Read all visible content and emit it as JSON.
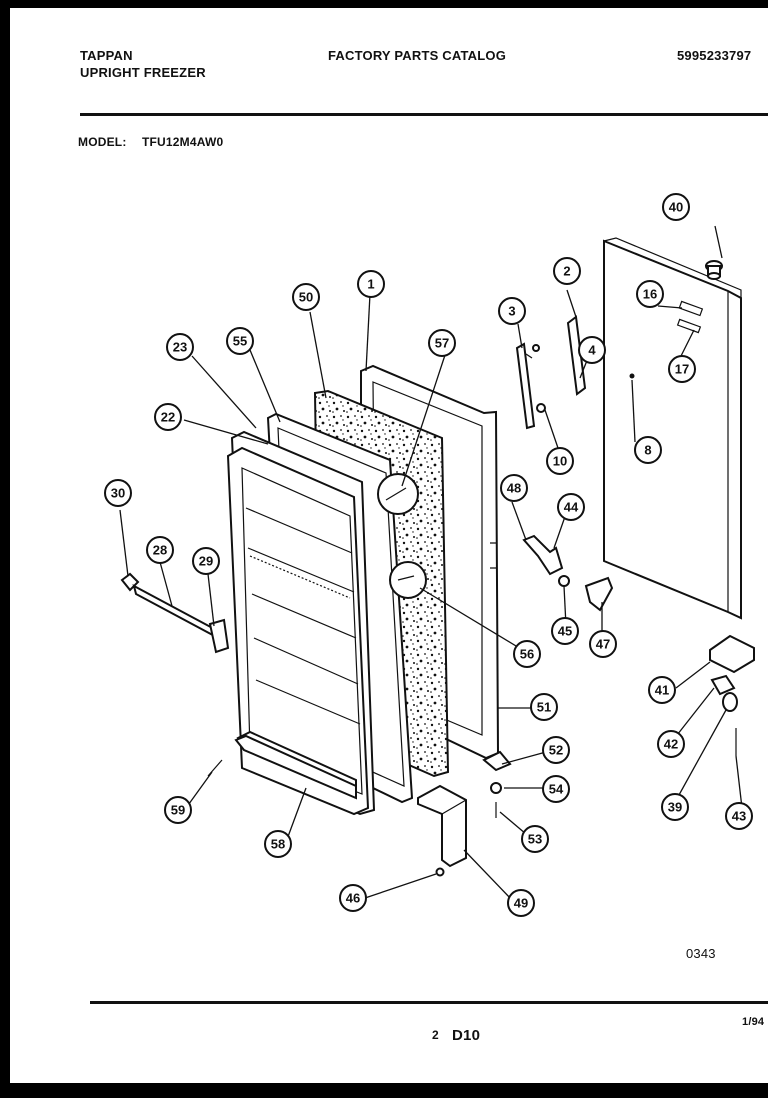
{
  "header": {
    "brand": "TAPPAN",
    "product": "UPRIGHT FREEZER",
    "catalog_title": "FACTORY PARTS CATALOG",
    "catalog_number": "5995233797",
    "model_label": "MODEL:",
    "model_number": "TFU12M4AW0"
  },
  "diagram": {
    "code": "0343",
    "callouts": [
      "1",
      "2",
      "3",
      "4",
      "8",
      "10",
      "16",
      "17",
      "22",
      "23",
      "28",
      "29",
      "30",
      "39",
      "40",
      "41",
      "42",
      "43",
      "44",
      "45",
      "46",
      "47",
      "48",
      "49",
      "50",
      "51",
      "52",
      "53",
      "54",
      "55",
      "56",
      "57",
      "58",
      "59"
    ]
  },
  "footer": {
    "page_number": "2",
    "section": "D10",
    "date": "1/94"
  }
}
